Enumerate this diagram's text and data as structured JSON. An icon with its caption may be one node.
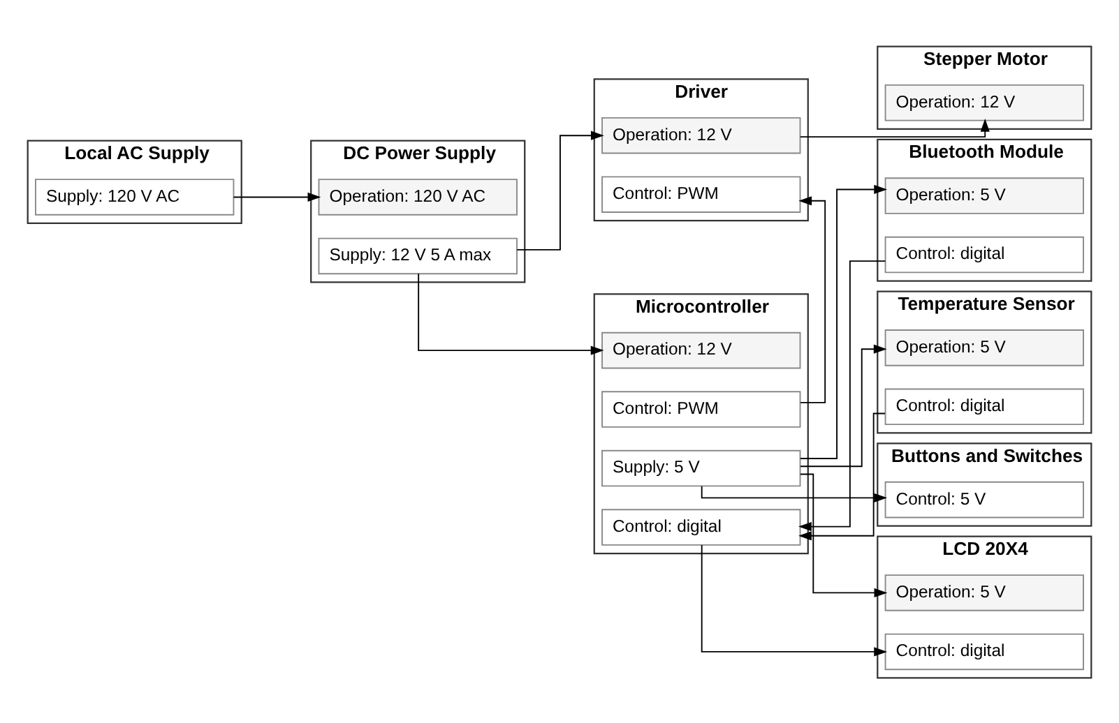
{
  "diagram": {
    "nodes": [
      {
        "text": [
          "DC Power Supply"
        ]
      },
      {
        "text": [
          "Operation: 120 V AC"
        ],
        "in": 0
      },
      {
        "text": [
          "Supply: 12 V 5 A max"
        ],
        "in": 0
      },
      {
        "text": [
          "Local AC Supply"
        ]
      },
      {
        "text": [
          "Supply: 120 V AC"
        ],
        "in": 3
      },
      {
        "text": [
          "Driver"
        ]
      },
      {
        "text": [
          "Operation: 12 V"
        ],
        "in": 5
      },
      {
        "text": [
          "Control: PWM"
        ],
        "in": 5
      },
      {
        "text": [
          "Microcontroller"
        ]
      },
      {
        "text": [
          "Operation: 12 V"
        ],
        "in": 8
      },
      {
        "text": [
          "Control: PWM"
        ],
        "in": 8
      },
      {
        "text": [
          "Supply: 5 V"
        ],
        "in": 8
      },
      {
        "text": [
          "Control: digital"
        ],
        "in": 8
      },
      {
        "text": [
          "Stepper Motor"
        ]
      },
      {
        "text": [
          "Operation: 12 V"
        ],
        "in": 13
      },
      {
        "text": [
          "Bluetooth Module"
        ]
      },
      {
        "text": [
          "Operation: 5 V"
        ],
        "in": 15
      },
      {
        "text": [
          "Control: digital"
        ],
        "in": 15
      },
      {
        "text": [
          "Temperature Sensor"
        ]
      },
      {
        "text": [
          "Operation: 5 V"
        ],
        "in": 18
      },
      {
        "text": [
          "Control: digital"
        ],
        "in": 18
      },
      {
        "text": [
          "Buttons and Switches"
        ]
      },
      {
        "text": [
          "Control: 5 V"
        ],
        "in": 21
      },
      {
        "text": [
          "LCD 20X4"
        ]
      },
      {
        "text": [
          "Operation: 5 V"
        ],
        "in": 23
      },
      {
        "text": [
          "Control: digital"
        ],
        "in": 23
      }
    ],
    "edges": [
      {
        "from": 4,
        "to": 1,
        "arrow": "to"
      },
      {
        "from": 2,
        "to": 6,
        "arrow": "to"
      },
      {
        "from": 2,
        "to": 9,
        "arrow": "to"
      },
      {
        "from": 10,
        "to": 7,
        "arrow": "to"
      },
      {
        "from": 6,
        "to": 14,
        "arrow": "to"
      },
      {
        "from": 11,
        "to": 16,
        "arrow": "to"
      },
      {
        "from": 11,
        "to": 19,
        "arrow": "to"
      },
      {
        "from": 11,
        "to": 24,
        "arrow": "to"
      },
      {
        "from": 11,
        "to": 22,
        "arrow": "to"
      },
      {
        "from": 17,
        "to": 12,
        "arrow": "to"
      },
      {
        "from": 20,
        "to": 12,
        "arrow": "to"
      },
      {
        "from": 12,
        "to": 25,
        "arrow": "to"
      }
    ]
  }
}
